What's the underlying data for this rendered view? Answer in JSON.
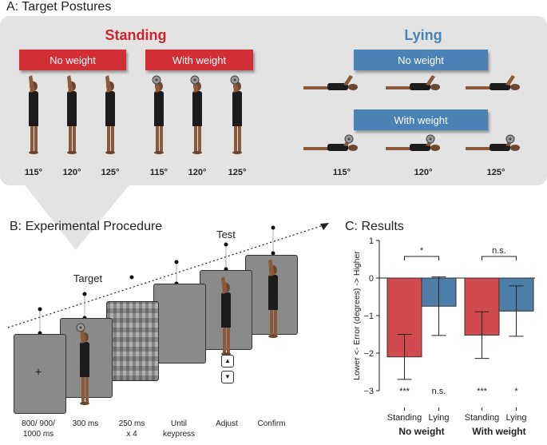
{
  "panel_a": {
    "title": "A: Target Postures",
    "standing": {
      "title": "Standing",
      "no_weight": "No weight",
      "with_weight": "With weight",
      "angles": [
        "115°",
        "120°",
        "125°",
        "115°",
        "120°",
        "125°"
      ]
    },
    "lying": {
      "title": "Lying",
      "no_weight": "No weight",
      "with_weight": "With weight",
      "angles": [
        "115°",
        "120°",
        "125°"
      ]
    }
  },
  "panel_b": {
    "title": "B: Experimental Procedure",
    "target_label": "Target",
    "test_label": "Test",
    "fixation": "+",
    "stages": [
      {
        "l1": "800/ 900/",
        "l2": "1000 ms"
      },
      {
        "l1": "300 ms",
        "l2": ""
      },
      {
        "l1": "250 ms",
        "l2": "x 4"
      },
      {
        "l1": "Until",
        "l2": "keypress"
      },
      {
        "l1": "Adjust",
        "l2": ""
      },
      {
        "l1": "Confirm",
        "l2": ""
      }
    ],
    "arrow_up": "▲",
    "arrow_down": "▼"
  },
  "chart_data": {
    "type": "bar",
    "title": "C: Results",
    "ylabel": "Lower <- Error (degrees) -> Higher",
    "ylim": [
      -3,
      1
    ],
    "yticks": [
      1,
      0,
      -1,
      -2,
      -3
    ],
    "ytick_labels": [
      "1",
      "0",
      "−1",
      "−2",
      "−3"
    ],
    "groups": [
      {
        "name": "No weight",
        "bars": [
          {
            "label": "Standing",
            "value": -2.1,
            "err": 0.6,
            "sig": "***",
            "color": "#d14a4e"
          },
          {
            "label": "Lying",
            "value": -0.75,
            "err": 0.78,
            "sig": "n.s.",
            "color": "#4d7ea8"
          }
        ],
        "comparison": "*"
      },
      {
        "name": "With weight",
        "bars": [
          {
            "label": "Standing",
            "value": -1.52,
            "err": 0.62,
            "sig": "***",
            "color": "#d14a4e"
          },
          {
            "label": "Lying",
            "value": -0.88,
            "err": 0.67,
            "sig": "*",
            "color": "#4d7ea8"
          }
        ],
        "comparison": "n.s."
      }
    ]
  }
}
